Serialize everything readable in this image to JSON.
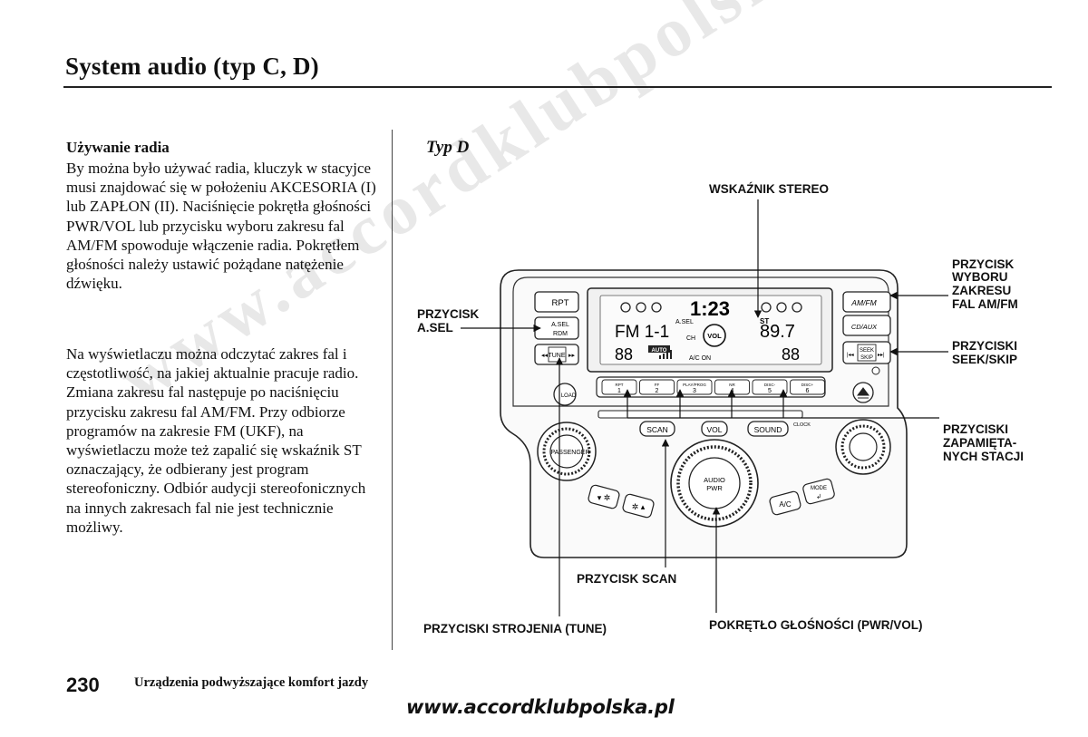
{
  "page": {
    "title": "System audio (typ C, D)",
    "subheading": "Używanie radia",
    "paragraph1": "By można było używać radia, kluczyk w stacyjce musi znajdować się w położeniu AKCESORIA (I) lub ZAPŁON (II). Naciśnięcie pokrętła głośności PWR/VOL lub przycisku wyboru zakresu fal AM/FM spowoduje włączenie radia. Pokrętłem głośności należy ustawić pożądane natężenie dźwięku.",
    "paragraph2": "Na wyświetlaczu można odczytać zakres fal i częstotliwość, na jakiej aktualnie pracuje radio. Zmiana zakresu fal następuje po naciśnięciu przycisku zakresu fal AM/FM. Przy odbiorze programów na zakresie FM (UKF), na wyświetlaczu może też zapalić się wskaźnik ST oznaczający, że odbierany jest program stereofoniczny. Odbiór audycji stereofonicznych na innych zakresach fal nie jest technicznie możliwy.",
    "figure_caption": "Typ D",
    "page_number": "230",
    "footer_text": "Urządzenia podwyższające komfort jazdy",
    "website": "www.accordklubpolska.pl",
    "watermark": "www.accordklubpolska.pl"
  },
  "labels": {
    "stereo": "WSKAŹNIK STEREO",
    "asel_1": "PRZYCISK",
    "asel_2": "A.SEL",
    "amfm_1": "PRZYCISK",
    "amfm_2": "WYBORU",
    "amfm_3": "ZAKRESU",
    "amfm_4": "FAL AM/FM",
    "seek_1": "PRZYCISKI",
    "seek_2": "SEEK/SKIP",
    "preset_1": "PRZYCISKI",
    "preset_2": "ZAPAMIĘTA-",
    "preset_3": "NYCH STACJI",
    "scan": "PRZYCISK SCAN",
    "tune": "PRZYCISKI STROJENIA (TUNE)",
    "volume": "POKRĘTŁO GŁOŚNOŚCI (PWR/VOL)"
  },
  "unit": {
    "rpt": "RPT",
    "asel": "A.SEL",
    "rdm": "RDM",
    "tune": "TUNE",
    "load": "LOAD",
    "amfm": "AM/FM",
    "cdaux": "CD/AUX",
    "seek": "SEEK",
    "skip": "SKIP",
    "scan": "SCAN",
    "vol": "VOL",
    "sound": "SOUND",
    "clock": "CLOCK",
    "passenger": "PASSENGER",
    "audio": "AUDIO",
    "pwr": "PWR",
    "ac": "A/C",
    "mode": "MODE",
    "display": {
      "clock": "1:23",
      "band": "FM 1-1",
      "freq": "89.7",
      "ch": "CH",
      "asel": "A.SEL",
      "st": "ST",
      "auto": "AUTO",
      "acon": "A/C ON",
      "temp_left": "88",
      "temp_right": "88"
    },
    "presets": [
      {
        "top": "RPT",
        "num": "1"
      },
      {
        "top": "FF",
        "num": "2"
      },
      {
        "top": "PLAY/PROG",
        "num": "3"
      },
      {
        "top": "NR",
        "num": "4"
      },
      {
        "top": "DISC-",
        "num": "5"
      },
      {
        "top": "DISC+",
        "num": "6"
      }
    ]
  }
}
